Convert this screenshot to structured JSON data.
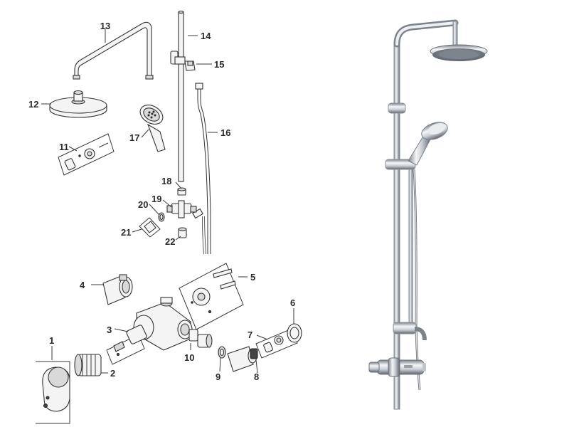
{
  "labels": [
    {
      "key": "1",
      "text": "1"
    },
    {
      "key": "2",
      "text": "2"
    },
    {
      "key": "3",
      "text": "3"
    },
    {
      "key": "4",
      "text": "4"
    },
    {
      "key": "5",
      "text": "5"
    },
    {
      "key": "6",
      "text": "6"
    },
    {
      "key": "7",
      "text": "7"
    },
    {
      "key": "8",
      "text": "8"
    },
    {
      "key": "9",
      "text": "9"
    },
    {
      "key": "10",
      "text": "10"
    },
    {
      "key": "11",
      "text": "11"
    },
    {
      "key": "12",
      "text": "12"
    },
    {
      "key": "13",
      "text": "13"
    },
    {
      "key": "14",
      "text": "14"
    },
    {
      "key": "15",
      "text": "15"
    },
    {
      "key": "16",
      "text": "16"
    },
    {
      "key": "17",
      "text": "17"
    },
    {
      "key": "18",
      "text": "18"
    },
    {
      "key": "19",
      "text": "19"
    },
    {
      "key": "20",
      "text": "20"
    },
    {
      "key": "21",
      "text": "21"
    },
    {
      "key": "22",
      "text": "22"
    }
  ],
  "colors": {
    "line": "#3a3a3a",
    "chrome_light": "#f2f4f6",
    "chrome_dark": "#6b7078"
  }
}
